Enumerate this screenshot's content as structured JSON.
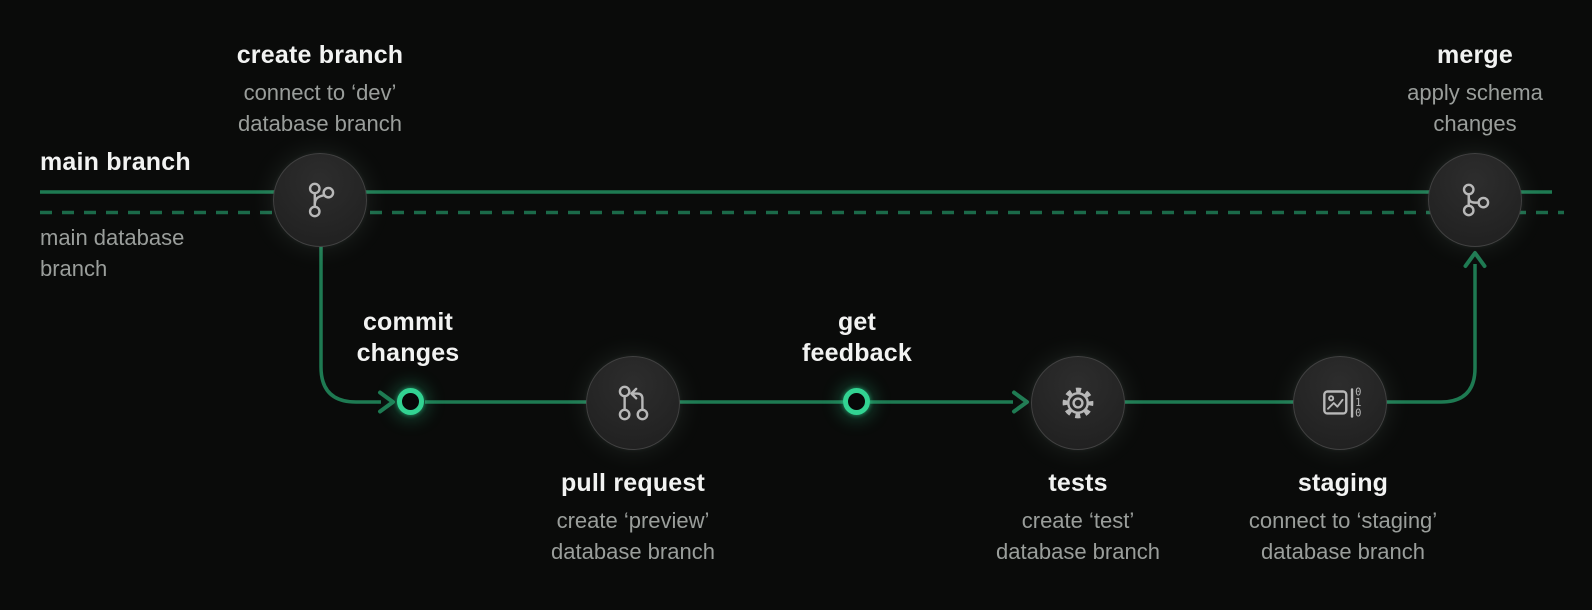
{
  "diagram": {
    "colors": {
      "background": "#0a0b0a",
      "branch_line": "#1e7a52",
      "database_line": "#1b6a49",
      "accent": "#32d392",
      "node_border": "#414141",
      "icon_stroke": "#b8b8b8",
      "title_text": "#f2f3f2",
      "subtitle_text": "#9a9e9b"
    },
    "branch_labels": {
      "code": "main branch",
      "database": "main database branch"
    },
    "nodes": {
      "create_branch": {
        "title": "create branch",
        "subtitle": "connect to ‘dev’ database branch",
        "icon": "git-branch-icon"
      },
      "commit_changes": {
        "title": "commit changes"
      },
      "pull_request": {
        "title": "pull request",
        "subtitle": "create ‘preview’ database branch",
        "icon": "git-pull-request-icon"
      },
      "get_feedback": {
        "title": "get feedback"
      },
      "tests": {
        "title": "tests",
        "subtitle": "create ‘test’ database branch",
        "icon": "gear-icon"
      },
      "staging": {
        "title": "staging",
        "subtitle": "connect to ‘staging’ database branch",
        "icon": "data-preview-icon"
      },
      "merge": {
        "title": "merge",
        "subtitle": "apply schema changes",
        "icon": "git-merge-icon"
      }
    }
  }
}
